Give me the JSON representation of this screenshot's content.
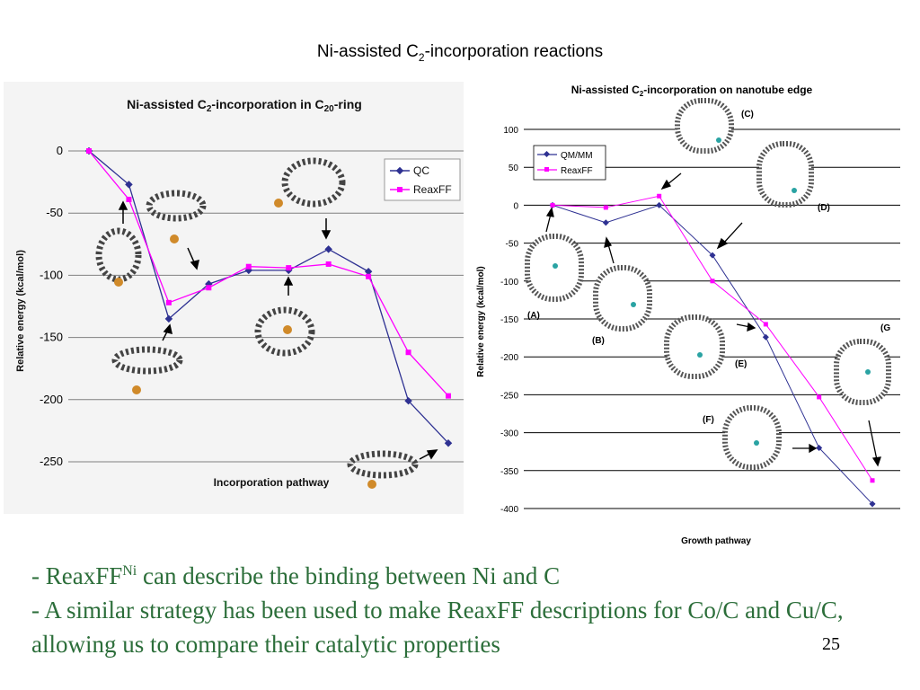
{
  "slide": {
    "title_main": "Ni-assisted C",
    "title_sub": "2",
    "title_rest": "-incorporation reactions",
    "page_number": "25"
  },
  "bullets": [
    {
      "prefix": "- ReaxFF",
      "sup": "Ni",
      "rest": " can describe the binding between Ni and C"
    },
    {
      "prefix": "- A similar strategy has been used to make ReaxFF descriptions for Co/C and Cu/C, allowing us to compare their catalytic properties",
      "sup": "",
      "rest": ""
    }
  ],
  "colors": {
    "qc": "#2e3192",
    "reaxff": "#ff00ff",
    "text_green": "#2c6e3a",
    "grid": "#808080"
  },
  "chart_data": [
    {
      "type": "line",
      "title_main": "Ni-assisted C",
      "title_sub": "2",
      "title_mid": "-incorporation in C",
      "title_sub2": "20",
      "title_end": "-ring",
      "xlabel": "Incorporation pathway",
      "ylabel": "Relative energy (kcal/mol)",
      "ylim": [
        -250,
        0
      ],
      "yticks": [
        0,
        -50,
        -100,
        -150,
        -200,
        -250
      ],
      "x": [
        1,
        2,
        3,
        4,
        5,
        6,
        7,
        8,
        9,
        10
      ],
      "grid": true,
      "legend_position": "top-right",
      "series": [
        {
          "name": "QC",
          "values": [
            0,
            -27,
            -135,
            -107,
            -96,
            -96,
            -79,
            -97,
            -201,
            -235
          ]
        },
        {
          "name": "ReaxFF",
          "values": [
            0,
            -39,
            -122,
            -110,
            -93,
            -94,
            -91,
            -101,
            -162,
            -197
          ]
        }
      ],
      "structures": [
        "Ni-C20 ring",
        "Ni-C20 ring",
        "Ni-C20 ring",
        "Ni-C20 ring",
        "Ni-C20 ring",
        "Ni-C20 ring"
      ]
    },
    {
      "type": "line",
      "title_main": "Ni-assisted C",
      "title_sub": "2",
      "title_rest": "-incorporation on nanotube edge",
      "xlabel": "Growth pathway",
      "ylabel": "Relative energy (kcal/mol)",
      "ylim": [
        -400,
        100
      ],
      "yticks": [
        100,
        50,
        0,
        -50,
        -100,
        -150,
        -200,
        -250,
        -300,
        -350,
        -400
      ],
      "x": [
        1,
        2,
        3,
        4,
        5,
        6,
        7
      ],
      "grid": true,
      "legend_position": "top-left",
      "series": [
        {
          "name": "QM/MM",
          "values": [
            0,
            -23,
            0,
            -66,
            -174,
            -320,
            -394
          ]
        },
        {
          "name": "ReaxFF",
          "values": [
            0,
            -3,
            12,
            -100,
            -157,
            -253,
            -363
          ]
        }
      ],
      "structure_labels": [
        "(A)",
        "(B)",
        "(C)",
        "(D)",
        "(E)",
        "(F)",
        "(G"
      ]
    }
  ]
}
